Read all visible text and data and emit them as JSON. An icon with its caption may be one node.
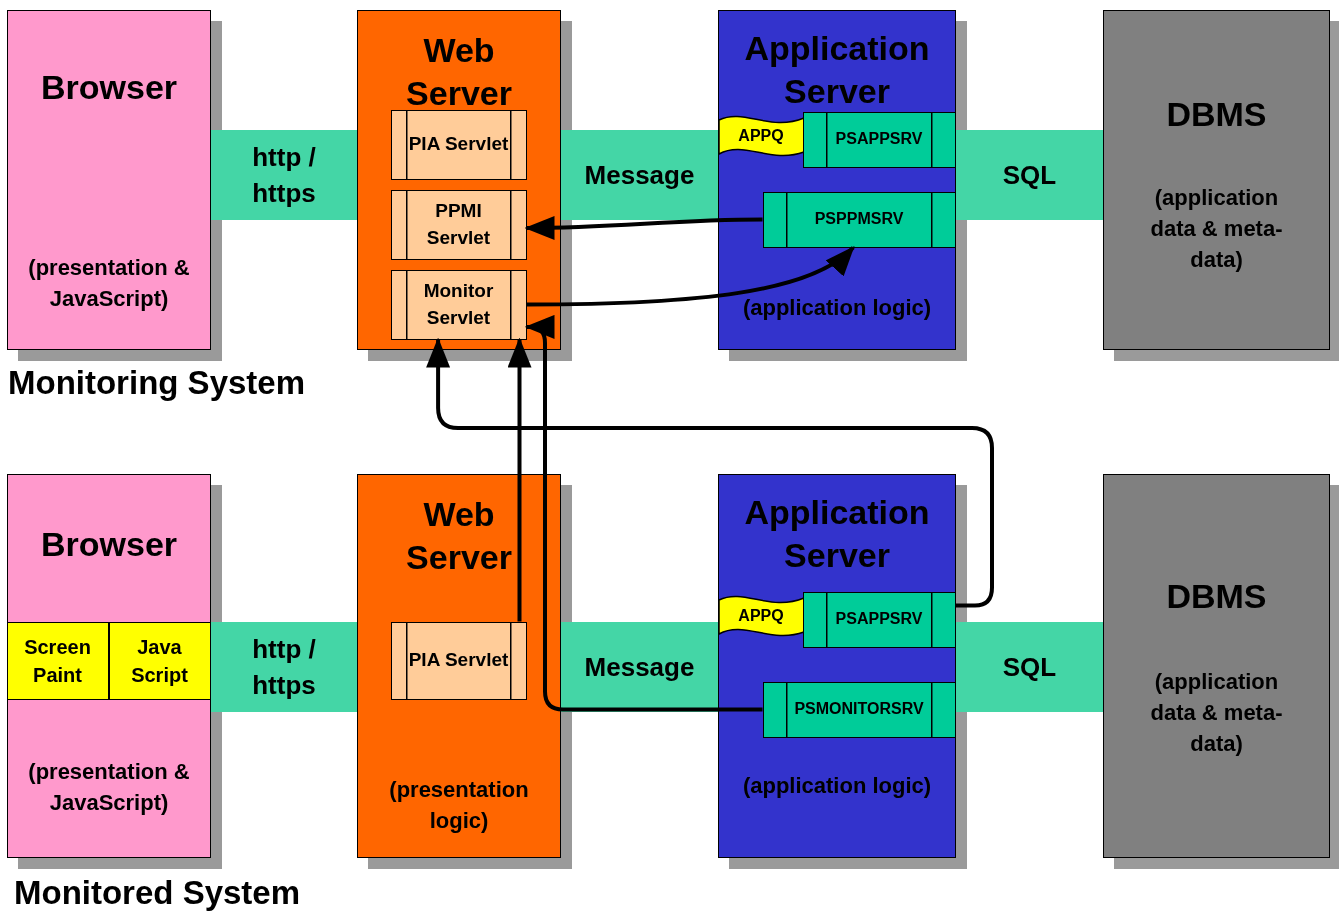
{
  "diagram": {
    "nodes": [
      {
        "text": [
          "Browser",
          "(presentation & JavaScript)"
        ]
      },
      {
        "text": [
          "http / https"
        ]
      },
      {
        "text": [
          "Web Server"
        ]
      },
      {
        "text": [
          "PIA Servlet"
        ],
        "in": 2
      },
      {
        "text": [
          "PPMI Servlet"
        ],
        "in": 2
      },
      {
        "text": [
          "Monitor Servlet"
        ],
        "in": 2
      },
      {
        "text": [
          "Message"
        ]
      },
      {
        "text": [
          "Application Server",
          "(application logic)"
        ]
      },
      {
        "text": [
          "APPQ"
        ],
        "in": 7
      },
      {
        "text": [
          "PSAPPSRV"
        ],
        "in": 7
      },
      {
        "text": [
          "PSPPMSRV"
        ],
        "in": 7
      },
      {
        "text": [
          "SQL"
        ]
      },
      {
        "text": [
          "DBMS",
          "(application data & meta-data)"
        ]
      },
      {
        "text": [
          "Browser",
          "(presentation & JavaScript)"
        ]
      },
      {
        "text": [
          "Screen Paint"
        ],
        "in": 13
      },
      {
        "text": [
          "Java Script"
        ],
        "in": 13
      },
      {
        "text": [
          "http / https"
        ]
      },
      {
        "text": [
          "Web Server",
          "(presentation logic)"
        ]
      },
      {
        "text": [
          "PIA Servlet"
        ],
        "in": 17
      },
      {
        "text": [
          "Message"
        ]
      },
      {
        "text": [
          "Application Server",
          "(application logic)"
        ]
      },
      {
        "text": [
          "APPQ"
        ],
        "in": 20
      },
      {
        "text": [
          "PSAPPSRV"
        ],
        "in": 20
      },
      {
        "text": [
          "PSMONITORSRV"
        ],
        "in": 20
      },
      {
        "text": [
          "SQL"
        ]
      },
      {
        "text": [
          "DBMS",
          "(application data & meta-data)"
        ]
      }
    ],
    "edges": [
      {
        "from": 10,
        "to": 4,
        "arrow": "to"
      },
      {
        "from": 5,
        "to": 10,
        "arrow": "to"
      },
      {
        "from": 18,
        "to": 5,
        "arrow": "to"
      },
      {
        "from": 22,
        "to": 5,
        "arrow": "to"
      },
      {
        "from": 23,
        "to": 5,
        "arrow": "to"
      }
    ],
    "labels": [
      "Monitoring System",
      "Monitored System"
    ]
  }
}
